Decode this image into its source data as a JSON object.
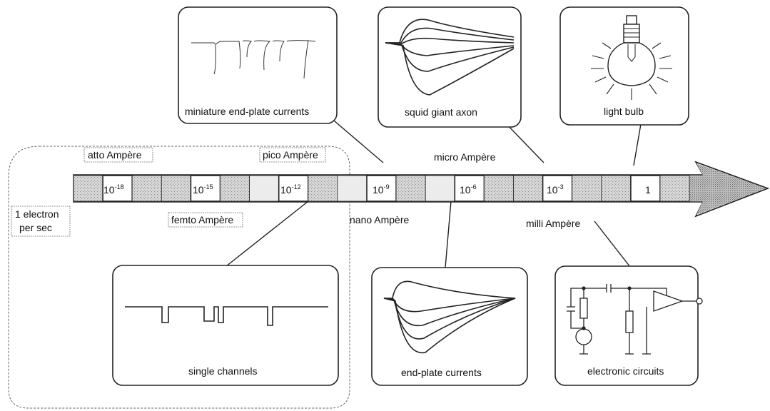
{
  "scale": {
    "decades": [
      {
        "base": "10",
        "exp": "-18"
      },
      {
        "base": "10",
        "exp": "-15"
      },
      {
        "base": "10",
        "exp": "-12"
      },
      {
        "base": "10",
        "exp": "-9"
      },
      {
        "base": "10",
        "exp": "-6"
      },
      {
        "base": "10",
        "exp": "-3"
      },
      {
        "base": "1",
        "exp": ""
      }
    ]
  },
  "prefix_labels": {
    "atto": "atto Ampère",
    "pico": "pico Ampère",
    "micro": "micro Ampère",
    "femto": "femto Ampère",
    "nano": "nano Ampère",
    "milli": "milli Ampère"
  },
  "electron": {
    "line1": "1 electron",
    "line2": "per sec"
  },
  "panels": {
    "mepc": "miniature end-plate currents",
    "squid": "squid giant axon",
    "bulb": "light bulb",
    "single": "single channels",
    "epc": "end-plate currents",
    "circuits": "electronic circuits"
  },
  "colors": {
    "shaded": "#c8c8c8",
    "outline": "#222222",
    "background": "#ffffff"
  }
}
